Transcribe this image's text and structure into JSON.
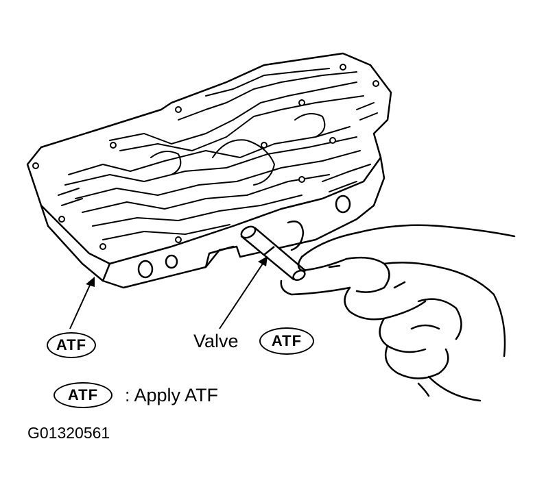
{
  "labels": {
    "atf_left": "ATF",
    "valve": "Valve",
    "atf_valve": "ATF",
    "atf_legend": "ATF",
    "legend_text": ": Apply ATF",
    "figure_id": "G01320561"
  },
  "colors": {
    "ink": "#000000",
    "paper": "#ffffff"
  }
}
